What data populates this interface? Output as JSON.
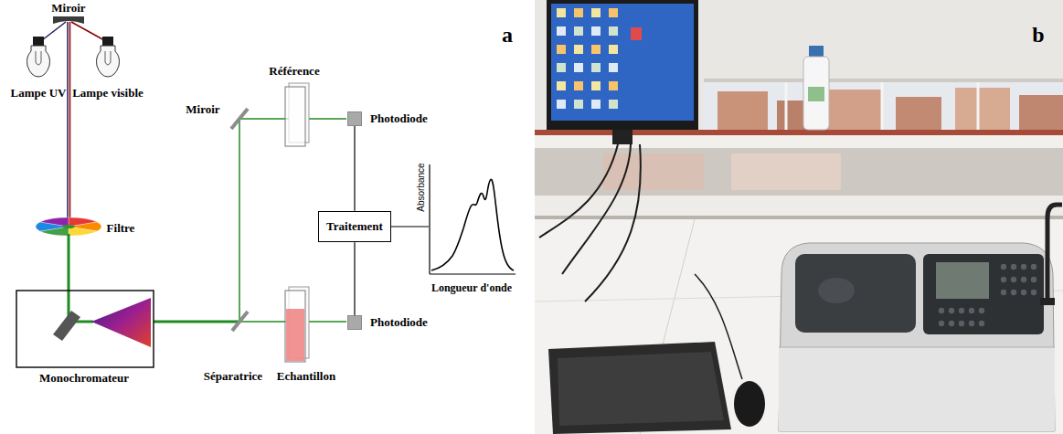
{
  "diagram": {
    "nodes": [
      {
        "text": [
          "Photodiode"
        ]
      },
      {
        "text": [
          "Traitement"
        ]
      },
      {
        "text": [
          "Photodiode"
        ]
      }
    ],
    "edges": [
      {
        "from": 1,
        "to": 0,
        "arrow": "none"
      },
      {
        "from": 1,
        "to": 2,
        "arrow": "none"
      }
    ],
    "labels": [
      "Miroir",
      "Lampe UV",
      "Lampe visible",
      "Filtre",
      "Monochromateur",
      "Séparatrice",
      "Echantillon",
      "Miroir",
      "Référence",
      "Absorbance",
      "Longueur d'onde",
      "a",
      "b"
    ]
  }
}
